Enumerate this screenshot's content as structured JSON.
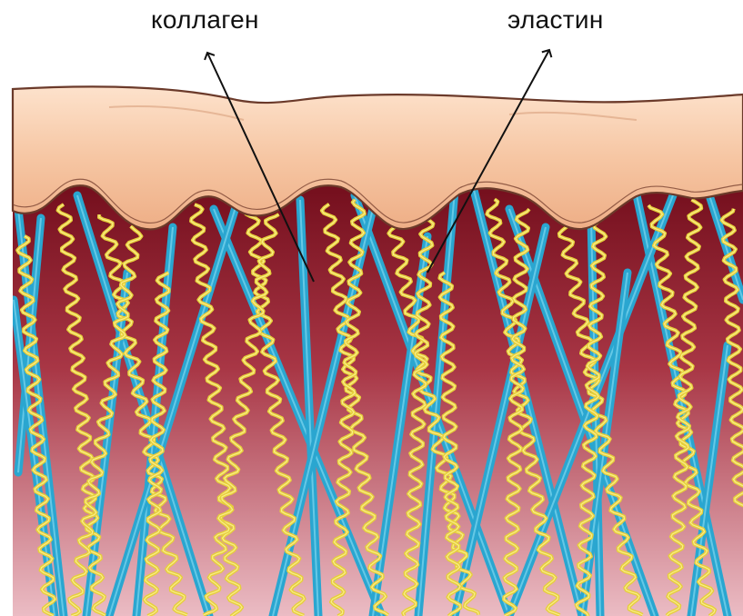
{
  "labels": {
    "collagen": "коллаген",
    "elastin": "эластин"
  },
  "colors": {
    "background": "#ffffff",
    "epidermis_top": "#fbd9bf",
    "epidermis_bottom": "#f1b58f",
    "epidermis_outline": "#6b3a2a",
    "dermis_top": "#7a0f1c",
    "dermis_bottom": "#e9b7bf",
    "collagen_fiber": "#2aa6d0",
    "collagen_fiber_highlight": "#7fd7f0",
    "elastin_fiber": "#e6cf3a",
    "elastin_fiber_highlight": "#fff4a0",
    "arrow": "#111111"
  },
  "icons": {
    "collagen_pointer": "arrow-pointer",
    "elastin_pointer": "arrow-pointer"
  }
}
